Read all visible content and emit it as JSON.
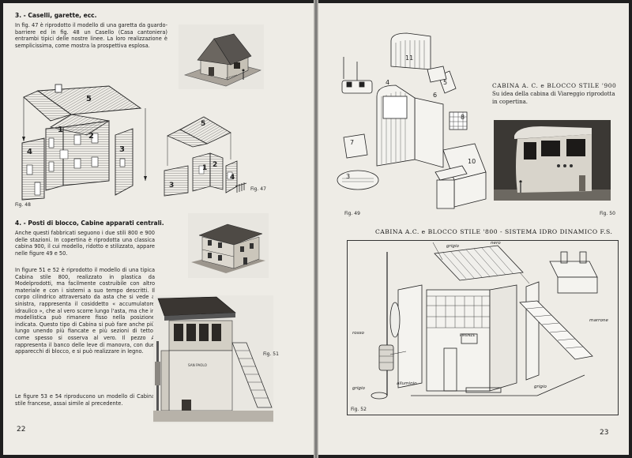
{
  "left_page": {
    "section3_heading": "3. - Caselli, garette, ecc.",
    "section3_text": "In fig. 47 è riprodotto il modello di una garetta da guardo-barriere ed in fig. 48 un Casello (Casa cantoniera) entrambi tipici delle nostre linee. La loro realizzazione è semplicissima, come mostra la prospettiva esplosa.",
    "fig48_parts": [
      "5",
      "1",
      "2",
      "3",
      "4"
    ],
    "fig47_parts": [
      "5",
      "1",
      "2",
      "3",
      "4"
    ],
    "fig48_caption": "Fig. 48",
    "fig47_caption": "Fig. 47",
    "section4_heading": "4. - Posti di blocco, Cabine apparati centrali.",
    "section4_text1": "Anche questi fabbricati seguono i due stili 800 e 900 delle stazioni. In copertina è riprodotta una classica cabina 900, il cui modello, ridotto e stilizzato, appare nelle figure 49 e 50.",
    "section4_text2": "In figure 51 e 52 è riprodotto il modello di una tipica Cabina stile 800, realizzato in plastica da Modelprodotti, ma facilmente costruibile con altro materiale e con i sistemi a suo tempo descritti. Il corpo cilindrico attraversato da asta che si vede a sinistra, rappresenta il cosiddetto « accumulatore idraulico », che al vero scorre lungo l'asta, ma che in modellistica può rimanere fisso nella posizione indicata. Questo tipo di Cabina si può fare anche più lungo unendo più fiancate e più sezioni di tetto, come spesso si osserva al vero. Il pezzo A rappresenta il banco delle leve di manovra, con due apparecchi di blocco, e si può realizzare in legno.",
    "section4_text3": "Le figure 53 e 54 riproducono un modello di Cabina stile francese, assai simile al precedente.",
    "fig51_caption": "Fig. 51",
    "cabin_sign": "SAN PAOLO",
    "page_number": "22"
  },
  "right_page": {
    "cabin900_title": "CABINA A. C. e BLOCCO STILE '900",
    "cabin900_subtitle": "Su idea della cabina di Viareggio riprodotta in copertina.",
    "fig49_parts": [
      "11",
      "4",
      "5",
      "6",
      "7",
      "8",
      "3",
      "10"
    ],
    "fig49_caption": "Fig. 49",
    "fig50_caption": "Fig. 50",
    "cabin800_title": "CABINA A.C. e BLOCCO STILE '800 - SISTEMA IDRO DINAMICO F.S.",
    "fig52_labels": {
      "grigio_top": "grigio",
      "nero": "nero",
      "rosso": "rosso",
      "marrone": "marrone",
      "grigio_left": "grigio",
      "alluminio": "alluminio",
      "grigio_bottom": "grigio",
      "sign": "FIRENZE"
    },
    "fig52_caption": "Fig. 52",
    "page_number": "23"
  }
}
